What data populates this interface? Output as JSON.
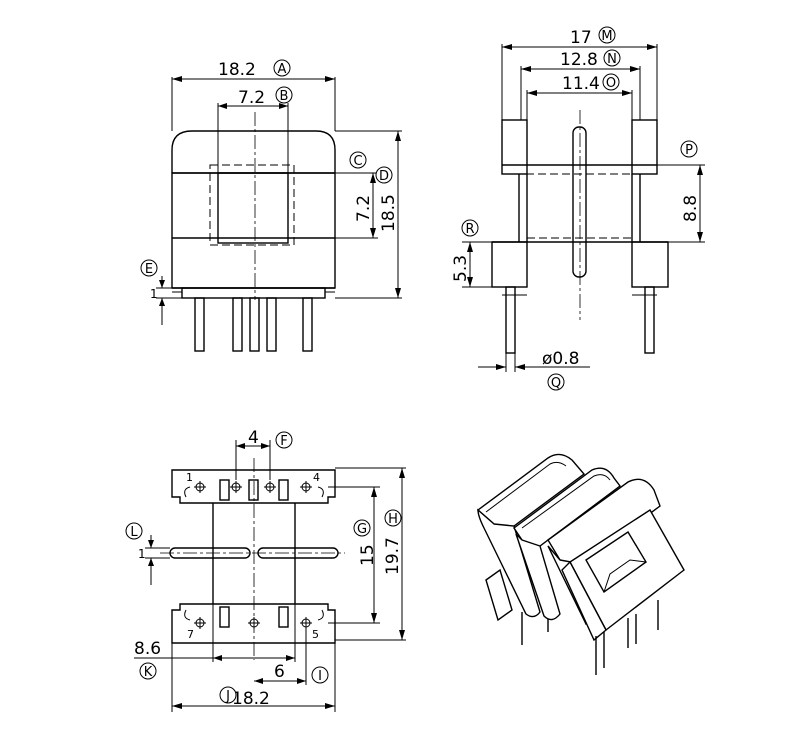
{
  "views": {
    "front": {
      "dim_a": "18.2",
      "label_a": "A",
      "dim_b": "7.2",
      "label_b": "B",
      "label_c": "C",
      "label_d": "D",
      "dim_c": "7.2",
      "dim_d": "18.5",
      "dim_e": "1",
      "label_e": "E"
    },
    "side": {
      "dim_m": "17",
      "label_m": "M",
      "dim_n": "12.8",
      "label_n": "N",
      "dim_o": "11.4",
      "label_o": "O",
      "label_p": "P",
      "dim_p": "8.8",
      "label_r": "R",
      "dim_r": "5.3",
      "dim_q": "ø0.8",
      "label_q": "Q"
    },
    "bottom": {
      "dim_f": "4",
      "label_f": "F",
      "label_g": "G",
      "label_h": "H",
      "dim_g": "15",
      "dim_h": "19.7",
      "dim_l": "1",
      "label_l": "L",
      "dim_k": "8.6",
      "label_k": "K",
      "dim_i": "6",
      "label_i": "I",
      "dim_j": "18.2",
      "label_j": "J",
      "pin_1": "1",
      "pin_4": "4",
      "pin_7": "7",
      "pin_5": "5"
    }
  }
}
